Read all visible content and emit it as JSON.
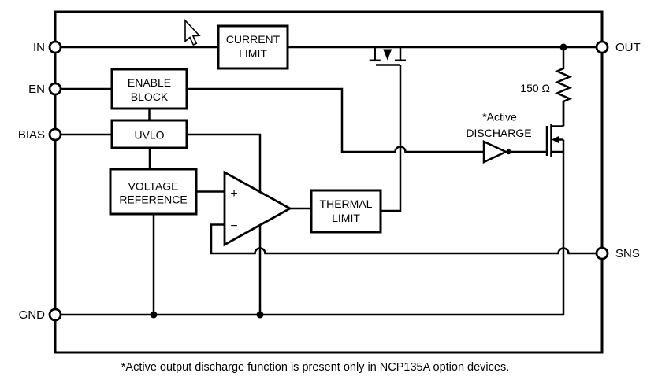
{
  "title": "LDO regulator functional block diagram",
  "colors": {
    "line": "#000000",
    "background": "#ffffff"
  },
  "pins": {
    "in": {
      "label": "IN"
    },
    "en": {
      "label": "EN"
    },
    "bias": {
      "label": "BIAS"
    },
    "gnd": {
      "label": "GND"
    },
    "out": {
      "label": "OUT"
    },
    "sns": {
      "label": "SNS"
    }
  },
  "blocks": {
    "current_limit": {
      "line1": "CURRENT",
      "line2": "LIMIT"
    },
    "enable_block": {
      "line1": "ENABLE",
      "line2": "BLOCK"
    },
    "uvlo": {
      "line1": "UVLO"
    },
    "voltage_reference": {
      "line1": "VOLTAGE",
      "line2": "REFERENCE"
    },
    "thermal_limit": {
      "line1": "THERMAL",
      "line2": "LIMIT"
    }
  },
  "opamp": {
    "plus": "+",
    "minus": "−"
  },
  "resistor": {
    "label": "150 Ω"
  },
  "discharge": {
    "line1": "*Active",
    "line2": "DISCHARGE"
  },
  "footnote": "*Active output discharge function is present only in NCP135A option devices."
}
